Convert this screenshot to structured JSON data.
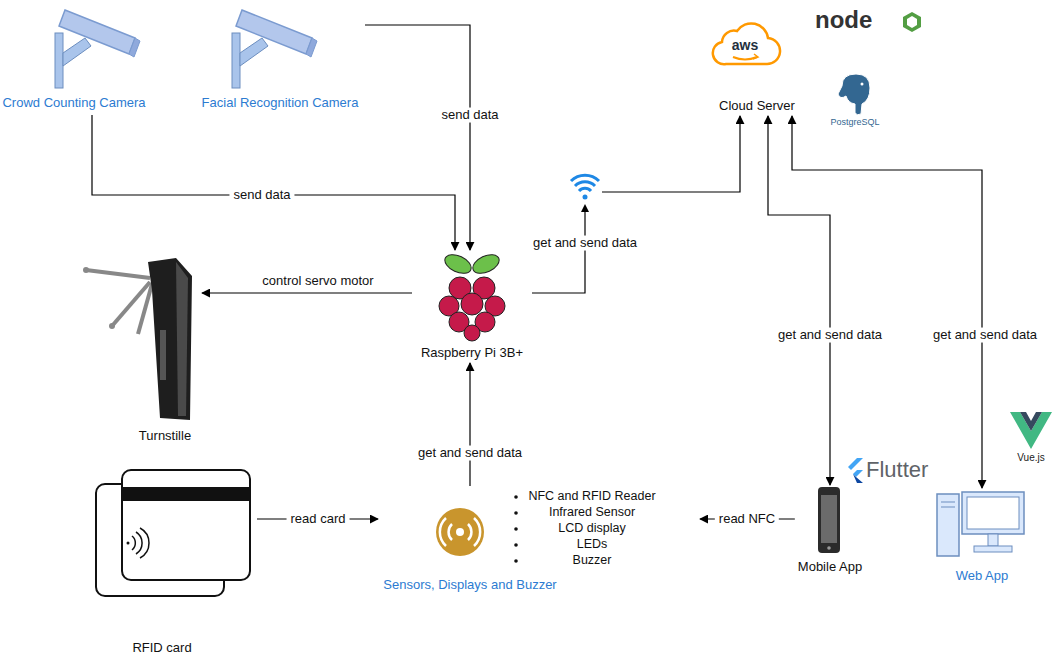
{
  "diagram": {
    "nodes": [
      {
        "text": [
          "Crowd Counting Camera"
        ]
      },
      {
        "text": [
          "Facial Recognition Camera"
        ]
      },
      {
        "text": [
          "aws",
          "Cloud Server"
        ]
      },
      {
        "text": [
          "Raspberry Pi 3B+"
        ]
      },
      {
        "text": [
          "Turnstille"
        ]
      },
      {
        "text": [
          "RFID card"
        ]
      },
      {
        "text": [
          "Sensors, Displays and Buzzer",
          "NFC and RFID Reader",
          "Infrared Sensor",
          "LCD display",
          "LEDs",
          "Buzzer"
        ]
      },
      {
        "text": [
          "Mobile App"
        ]
      },
      {
        "text": [
          "Web App"
        ]
      }
    ],
    "edges": [
      {
        "from": 0,
        "to": 3,
        "label": "send data",
        "arrow": "to"
      },
      {
        "from": 1,
        "to": 3,
        "label": "send data",
        "arrow": "to"
      },
      {
        "from": 3,
        "to": 4,
        "label": "control servo motor",
        "arrow": "to"
      },
      {
        "from": 3,
        "to": 2,
        "label": "get and send data",
        "arrow": "to"
      },
      {
        "from": 6,
        "to": 3,
        "label": "get and send data",
        "arrow": "to"
      },
      {
        "from": 5,
        "to": 6,
        "label": "read card",
        "arrow": "to"
      },
      {
        "from": 7,
        "to": 6,
        "label": "read NFC",
        "arrow": "to"
      },
      {
        "from": 7,
        "to": 2,
        "label": "get and send data",
        "arrow": "both"
      },
      {
        "from": 8,
        "to": 2,
        "label": "get and send data",
        "arrow": "both"
      }
    ],
    "labels": [
      "node",
      "PostgreSQL",
      "Flutter",
      "Vue.js"
    ]
  }
}
